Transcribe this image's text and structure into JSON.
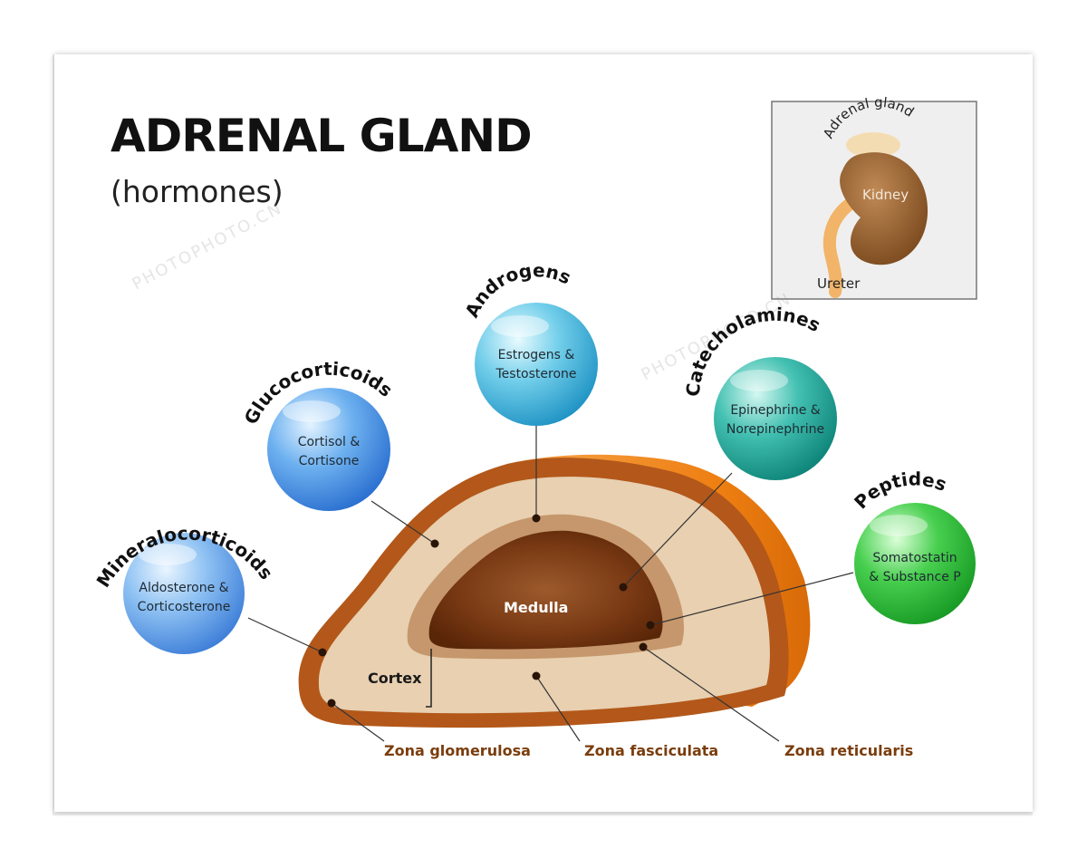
{
  "header": {
    "title": "ADRENAL GLAND",
    "subtitle": "(hormones)"
  },
  "inset": {
    "adrenal_gland_label": "Adrenal gland",
    "kidney_label": "Kidney",
    "ureter_label": "Ureter"
  },
  "gland": {
    "medulla_label": "Medulla",
    "cortex_label": "Cortex",
    "zones": {
      "glomerulosa": "Zona glomerulosa",
      "fasciculata": "Zona fasciculata",
      "reticularis": "Zona reticularis"
    }
  },
  "hormones": {
    "mineralocorticoids": {
      "title": "Mineralocorticoids",
      "line1": "Aldosterone &",
      "line2": "Corticosterone"
    },
    "glucocorticoids": {
      "title": "Glucocorticoids",
      "line1": "Cortisol &",
      "line2": "Cortisone"
    },
    "androgens": {
      "title": "Androgens",
      "line1": "Estrogens &",
      "line2": "Testosterone"
    },
    "catecholamines": {
      "title": "Catecholamines",
      "line1": "Epinephrine &",
      "line2": "Norepinephrine"
    },
    "peptides": {
      "title": "Peptides",
      "line1": "Somatostatin",
      "line2": "& Substance P"
    }
  },
  "watermark": {
    "text": "PHOTOPHOTO.CN"
  },
  "colors": {
    "cortex_outer": "#b85e1a",
    "cortex_fill": "#e9d2b5",
    "reticularis": "#c99a70",
    "medulla": "#6e3210",
    "side_orange": "#f08a1e",
    "blue_ball": "#3f95e6",
    "cyan_ball": "#36b6da",
    "teal_ball": "#1fa79a",
    "green_ball": "#27b33a"
  }
}
